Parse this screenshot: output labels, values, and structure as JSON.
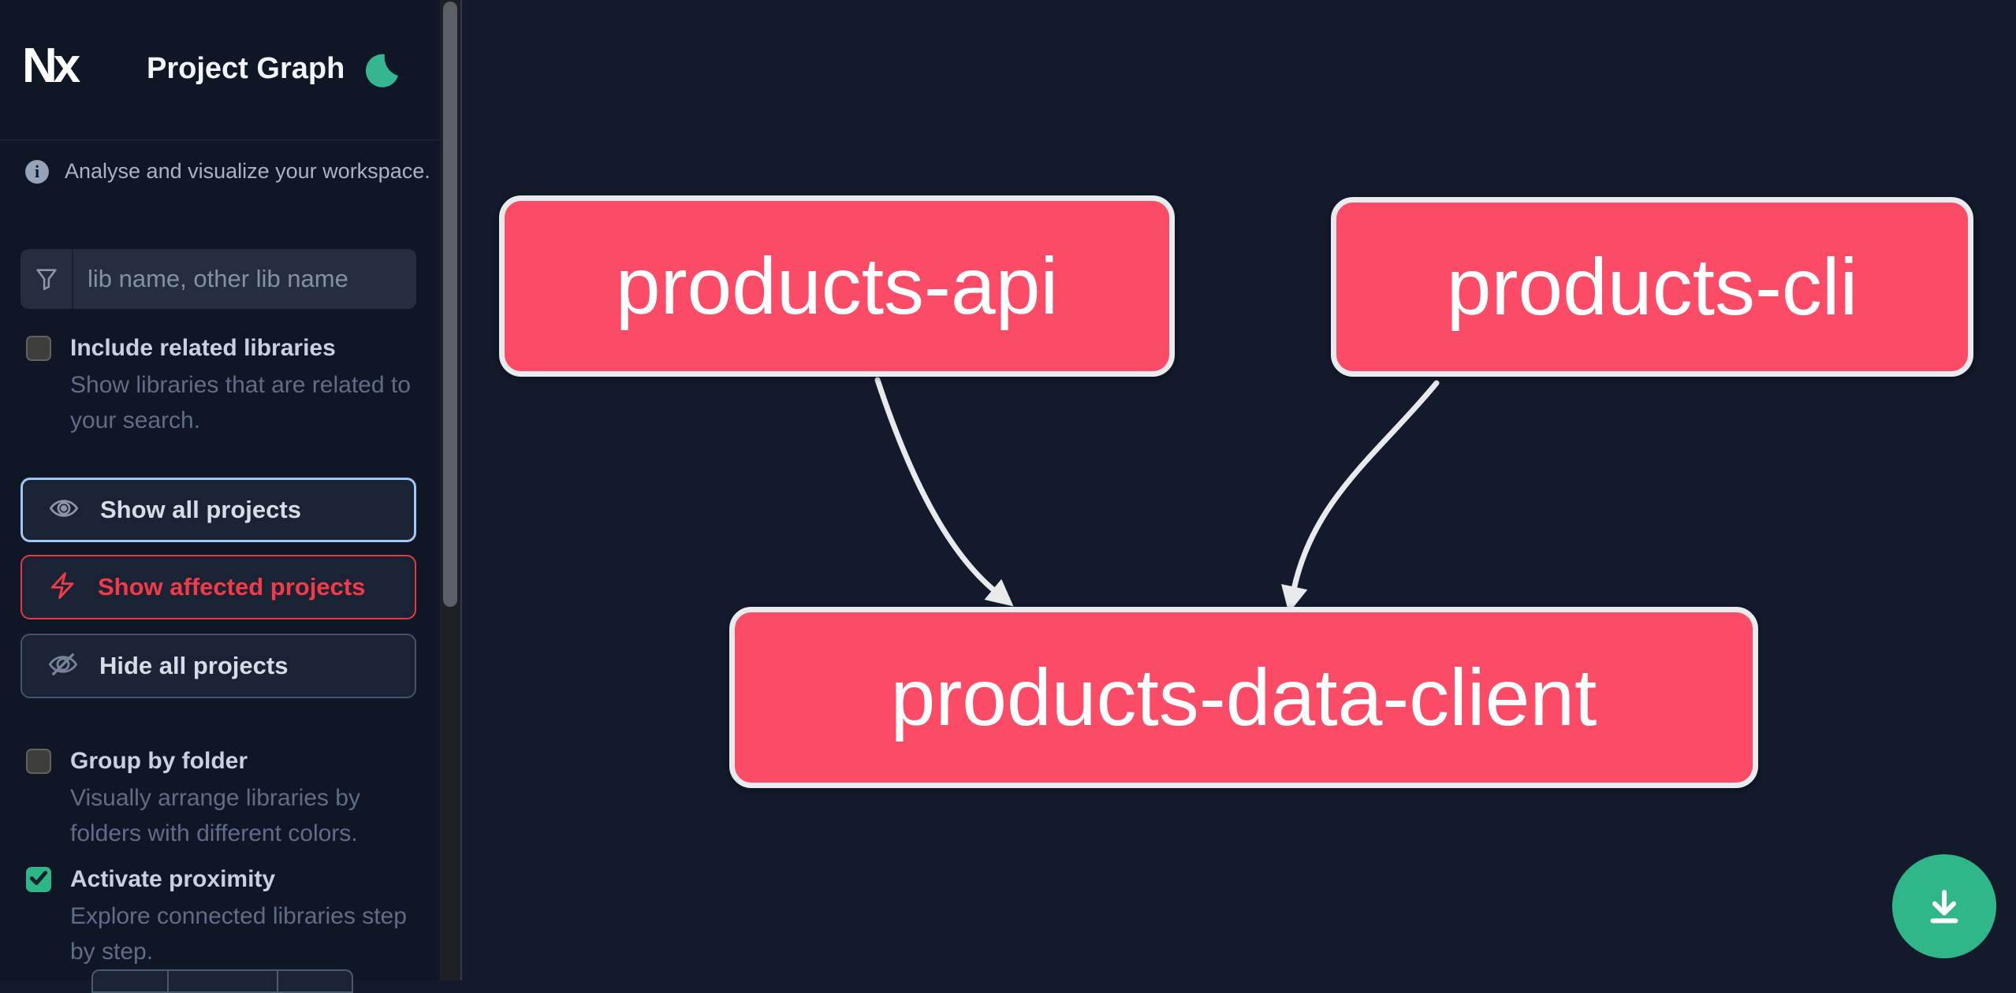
{
  "header": {
    "logo_text": "Nx",
    "title": "Project Graph",
    "theme_toggle_icon": "moon-icon"
  },
  "sidebar": {
    "info": {
      "text": "Analyse and visualize your workspace."
    },
    "search": {
      "placeholder": "lib name, other lib name",
      "icon": "funnel-icon"
    },
    "toggles": [
      {
        "label": "Include related libraries",
        "desc1": "Show libraries that are related to",
        "desc2": "your search.",
        "checked": false
      },
      {
        "label": "Group by folder",
        "desc1": "Visually arrange libraries by",
        "desc2": "folders with different colors.",
        "checked": false
      },
      {
        "label": "Activate proximity",
        "desc1": "Explore connected libraries step",
        "desc2": "by step.",
        "checked": true
      }
    ],
    "actions": [
      {
        "label": "Show all projects",
        "icon": "eye-icon",
        "state": "focused"
      },
      {
        "label": "Show affected projects",
        "icon": "bolt-icon",
        "state": "affected"
      },
      {
        "label": "Hide all projects",
        "icon": "eye-slash-icon",
        "state": "default"
      }
    ]
  },
  "graph": {
    "nodes": [
      {
        "label": "products-api"
      },
      {
        "label": "products-cli"
      },
      {
        "label": "products-data-client"
      }
    ],
    "edges": [
      {
        "source": "products-api",
        "target": "products-data-client"
      },
      {
        "source": "products-cli",
        "target": "products-data-client"
      }
    ]
  },
  "controls": {
    "download_icon": "download-icon"
  },
  "colors": {
    "node_fill": "#fb4b66",
    "node_border": "#e9ebef",
    "edge": "#e8eaec",
    "accent_green": "#2fb78a",
    "focus_border": "#9ec7f1",
    "affected_red": "#f23a49",
    "sidebar_bg": "#0f1626",
    "canvas_bg": "#121a2b"
  }
}
